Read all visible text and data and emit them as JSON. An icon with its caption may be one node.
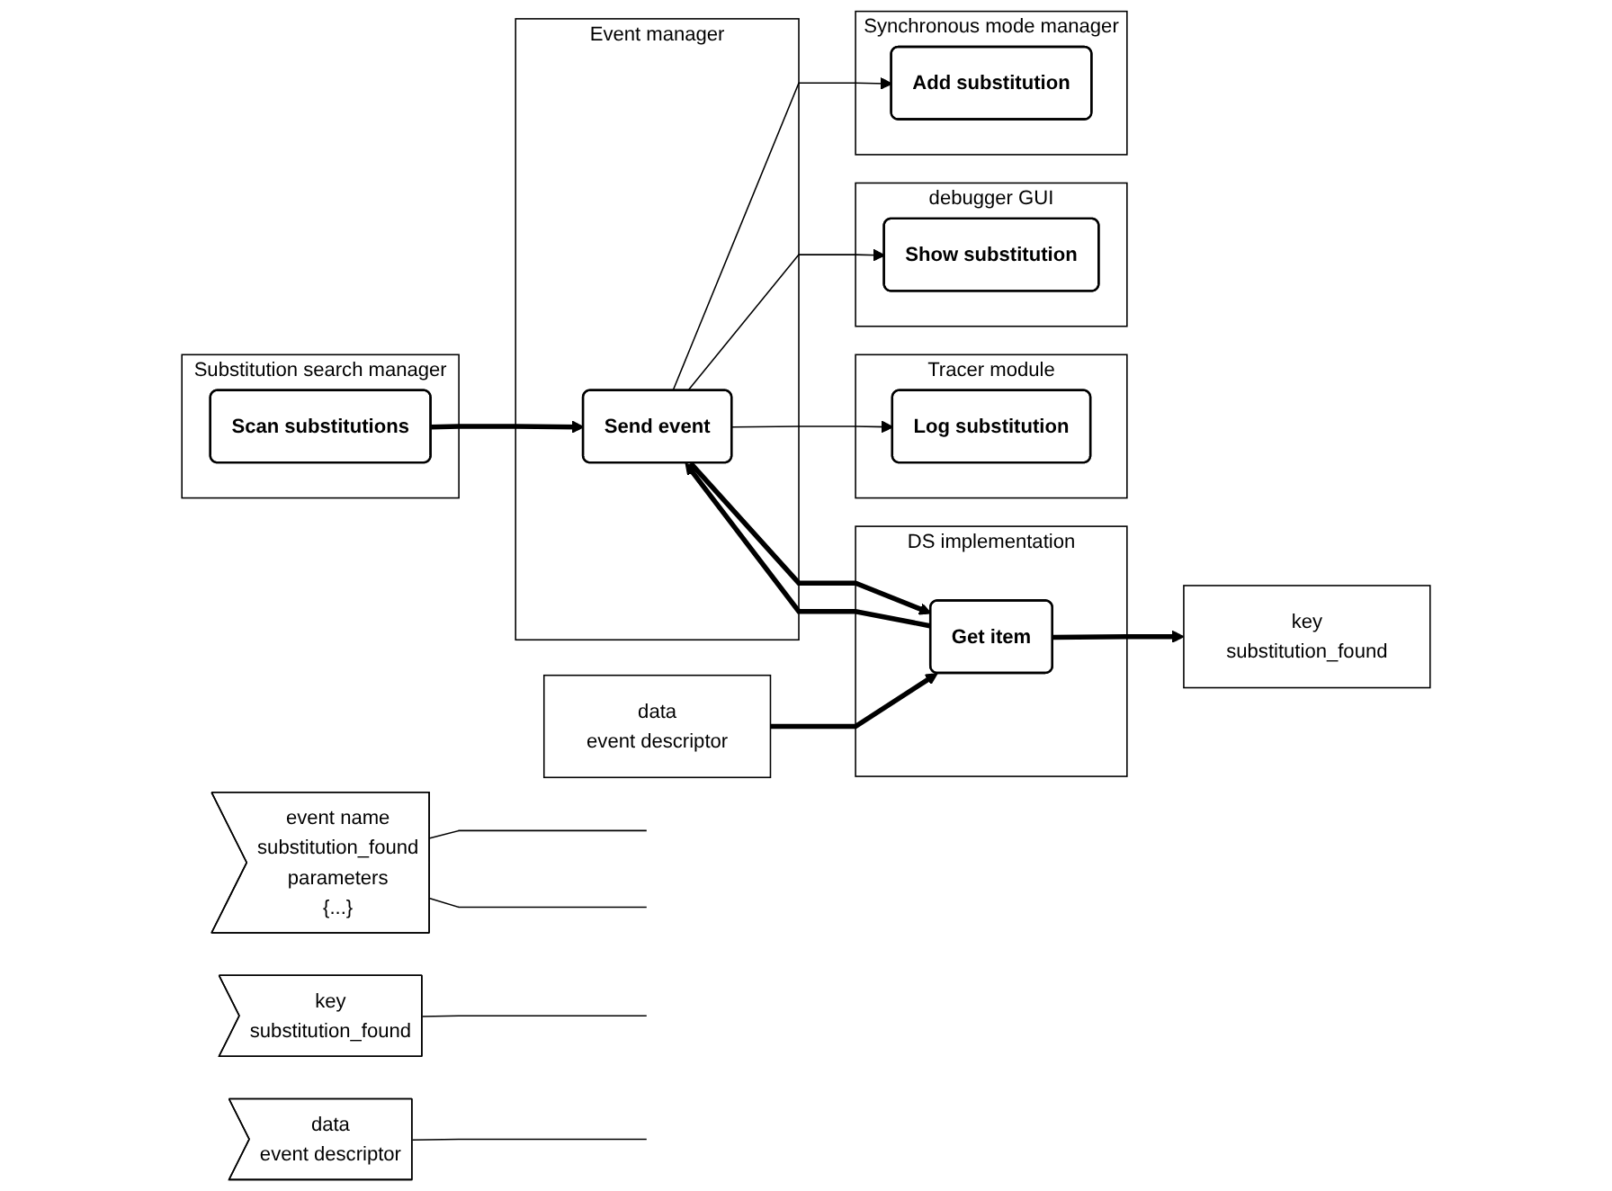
{
  "diagram": {
    "nodes": [
      {
        "text": [
          "Substitution search manager"
        ]
      },
      {
        "text": [
          "Scan substitutions"
        ],
        "in": 0
      },
      {
        "text": [
          "event name",
          "substitution_found",
          "parameters",
          "{...}"
        ]
      },
      {
        "text": [
          "Event manager"
        ]
      },
      {
        "text": [
          "Send event"
        ],
        "in": 3
      },
      {
        "text": [
          "Synchronous mode manager"
        ]
      },
      {
        "text": [
          "Add substitution"
        ],
        "in": 5
      },
      {
        "text": [
          "debugger GUI"
        ]
      },
      {
        "text": [
          "Show substitution"
        ],
        "in": 7
      },
      {
        "text": [
          "Tracer module"
        ]
      },
      {
        "text": [
          "Log substitution"
        ],
        "in": 9
      },
      {
        "text": [
          "key",
          "substitution_found"
        ]
      },
      {
        "text": [
          "data",
          "event descriptor"
        ]
      },
      {
        "text": [
          "DS implementation"
        ]
      },
      {
        "text": [
          "Get item"
        ],
        "in": 13
      },
      {
        "text": [
          "key",
          "substitution_found"
        ]
      },
      {
        "text": [
          "data",
          "event descriptor"
        ]
      }
    ],
    "edges": [
      {
        "from": 1,
        "to": 4,
        "arrow": "to",
        "style": "thick"
      },
      {
        "from": 2,
        "to": null,
        "arrow": "none"
      },
      {
        "from": 2,
        "to": null,
        "arrow": "none"
      },
      {
        "from": 4,
        "to": 6,
        "arrow": "to"
      },
      {
        "from": 4,
        "to": 8,
        "arrow": "to"
      },
      {
        "from": 4,
        "to": 10,
        "arrow": "to"
      },
      {
        "from": 4,
        "to": 14,
        "arrow": "to",
        "style": "thick"
      },
      {
        "from": 14,
        "to": 4,
        "arrow": "to",
        "style": "thick"
      },
      {
        "from": 11,
        "to": null,
        "arrow": "none"
      },
      {
        "from": 12,
        "to": null,
        "arrow": "none"
      },
      {
        "from": 14,
        "to": 15,
        "arrow": "to",
        "style": "thick"
      },
      {
        "from": 16,
        "to": 14,
        "arrow": "to",
        "style": "thick"
      }
    ]
  }
}
